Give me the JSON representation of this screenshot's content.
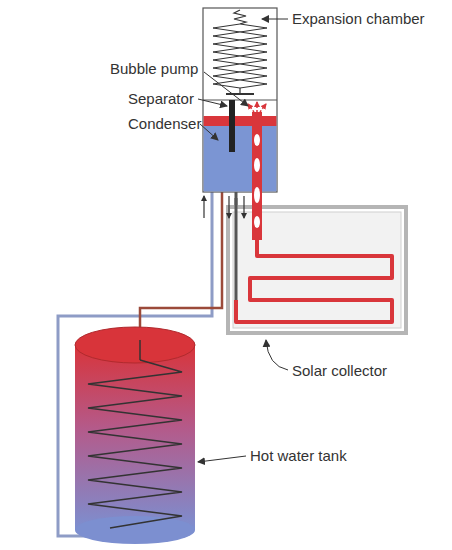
{
  "diagram": {
    "labels": [
      "Expansion chamber",
      "Bubble pump",
      "Separator",
      "Condenser",
      "Solar collector",
      "Hot water tank"
    ]
  }
}
